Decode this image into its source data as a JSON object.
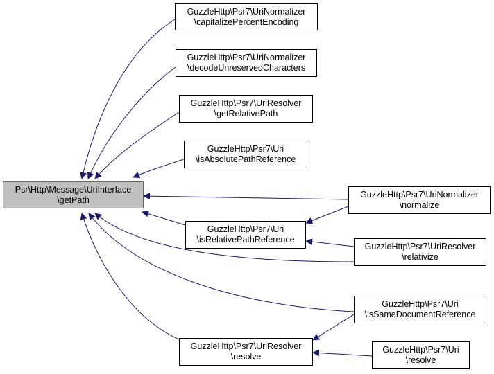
{
  "colors": {
    "edge": "#191970",
    "node_border": "#000000",
    "root_fill": "#bfbfbf",
    "root_border": "#666666"
  },
  "nodes": {
    "root": {
      "line1": "Psr\\Http\\Message\\UriInterface",
      "line2": "\\getPath"
    },
    "un_capitalize": {
      "line1": "GuzzleHttp\\Psr7\\UriNormalizer",
      "line2": "\\capitalizePercentEncoding"
    },
    "un_decode": {
      "line1": "GuzzleHttp\\Psr7\\UriNormalizer",
      "line2": "\\decodeUnreservedCharacters"
    },
    "ur_getrel": {
      "line1": "GuzzleHttp\\Psr7\\UriResolver",
      "line2": "\\getRelativePath"
    },
    "uri_isabs": {
      "line1": "GuzzleHttp\\Psr7\\Uri",
      "line2": "\\isAbsolutePathReference"
    },
    "uri_isrel": {
      "line1": "GuzzleHttp\\Psr7\\Uri",
      "line2": "\\isRelativePathReference"
    },
    "ur_resolve": {
      "line1": "GuzzleHttp\\Psr7\\UriResolver",
      "line2": "\\resolve"
    },
    "un_normalize": {
      "line1": "GuzzleHttp\\Psr7\\UriNormalizer",
      "line2": "\\normalize"
    },
    "ur_relativize": {
      "line1": "GuzzleHttp\\Psr7\\UriResolver",
      "line2": "\\relativize"
    },
    "uri_issame": {
      "line1": "GuzzleHttp\\Psr7\\Uri",
      "line2": "\\isSameDocumentReference"
    },
    "uri_resolve": {
      "line1": "GuzzleHttp\\Psr7\\Uri",
      "line2": "\\resolve"
    }
  }
}
